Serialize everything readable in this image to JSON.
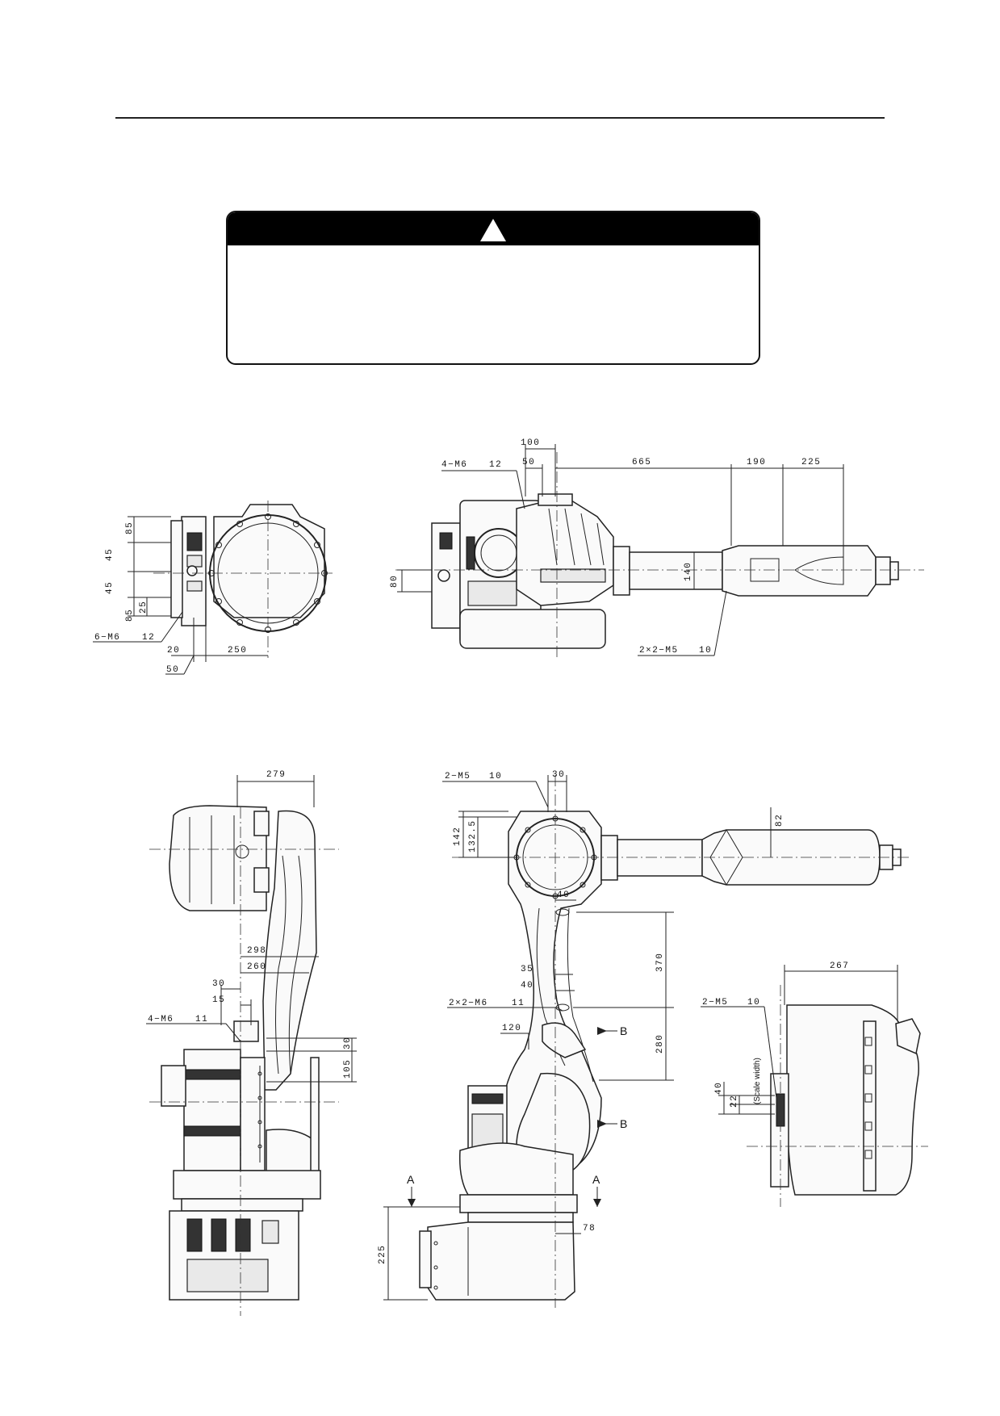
{
  "warning_box": {
    "icon": "warning-triangle-icon",
    "text": ""
  },
  "dims": {
    "v1_85a": "85",
    "v1_45a": "45",
    "v1_45b": "45",
    "v1_85b": "85",
    "v1_25": "25",
    "v1_6m6": "6−M6",
    "v1_6m6_12": "12",
    "v1_20": "20",
    "v1_250": "250",
    "v1_50": "50",
    "v2_100": "100",
    "v2_50": "50",
    "v2_665": "665",
    "v2_190": "190",
    "v2_225": "225",
    "v2_4m6": "4−M6",
    "v2_4m6_12": "12",
    "v2_140": "140",
    "v2_80": "80",
    "v2_2x2m5": "2×2−M5",
    "v2_2x2m5_10": "10",
    "v3_279": "279",
    "v3_298": "298",
    "v3_260": "260",
    "v3_30": "30",
    "v3_15": "15",
    "v3_4m6": "4−M6",
    "v3_4m6_11": "11",
    "v3_30b": "30",
    "v3_105": "105",
    "v4_2m5": "2−M5",
    "v4_2m5_10": "10",
    "v4_30": "30",
    "v4_142": "142",
    "v4_132": "132.5",
    "v4_82": "82",
    "v4_40": "40",
    "v4_370": "370",
    "v4_35": "35",
    "v4_40b": "40",
    "v4_2x2m6": "2×2−M6",
    "v4_2x2m6_11": "11",
    "v4_120": "120",
    "v4_280": "280",
    "v4_b1": "B",
    "v4_b2": "B",
    "v4_a1": "A",
    "v4_a2": "A",
    "v4_225": "225",
    "v4_78": "78",
    "v5_267": "267",
    "v5_2m5": "2−M5",
    "v5_2m5_10": "10",
    "v5_40": "40",
    "v5_22": "22",
    "v5_scale": "(Scale width)"
  }
}
